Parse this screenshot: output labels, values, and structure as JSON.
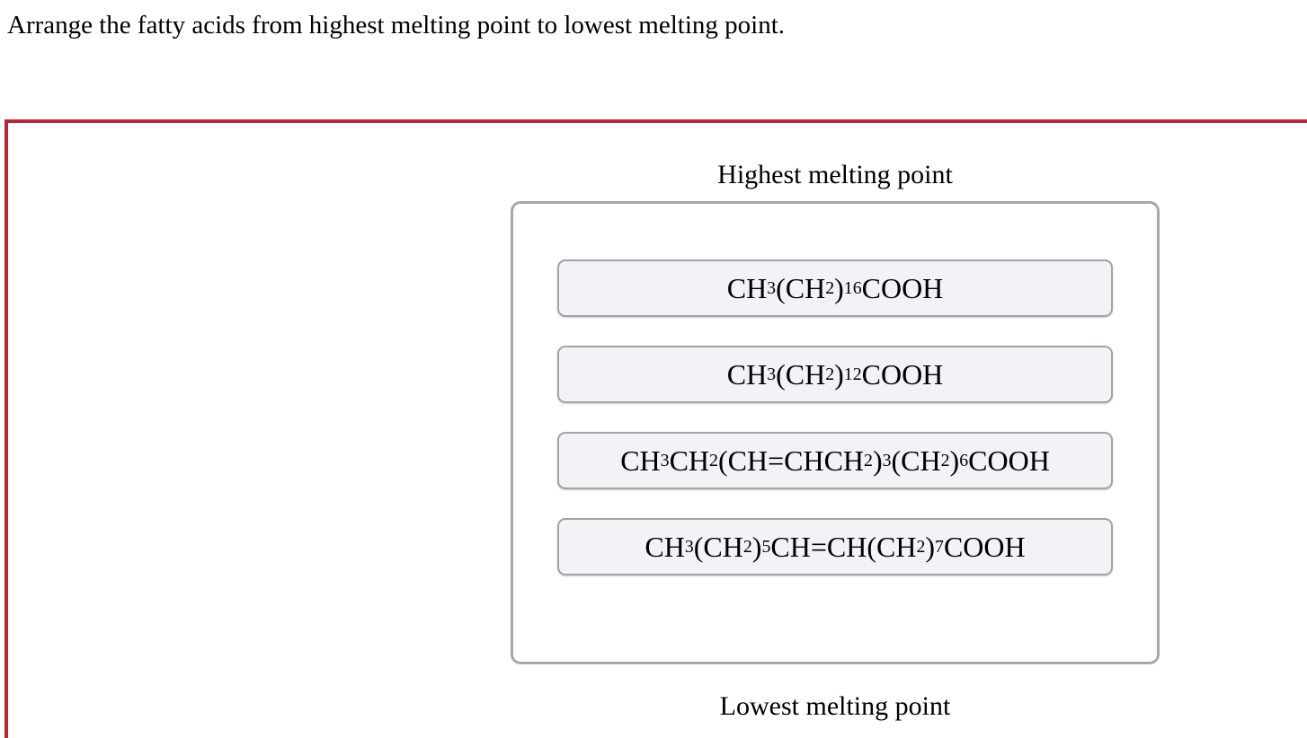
{
  "page": {
    "question": "Arrange the fatty acids from highest melting point to lowest melting point."
  },
  "sorter": {
    "top_label": "Highest melting point",
    "bottom_label": "Lowest melting point",
    "tiles": [
      {
        "formula": "CH_3(CH_2)_16COOH"
      },
      {
        "formula": "CH_3(CH_2)_12COOH"
      },
      {
        "formula": "CH_3CH_2(CH=CHCH_2)_3(CH_2)_6COOH"
      },
      {
        "formula": "CH_3(CH_2)_5CH=CH(CH_2)_7COOH"
      }
    ]
  },
  "colors": {
    "selection_red": "#c32136",
    "container_border": "#a7a7a7",
    "tile_bg": "#f2f3f7",
    "tile_border": "#a3a3a3"
  }
}
